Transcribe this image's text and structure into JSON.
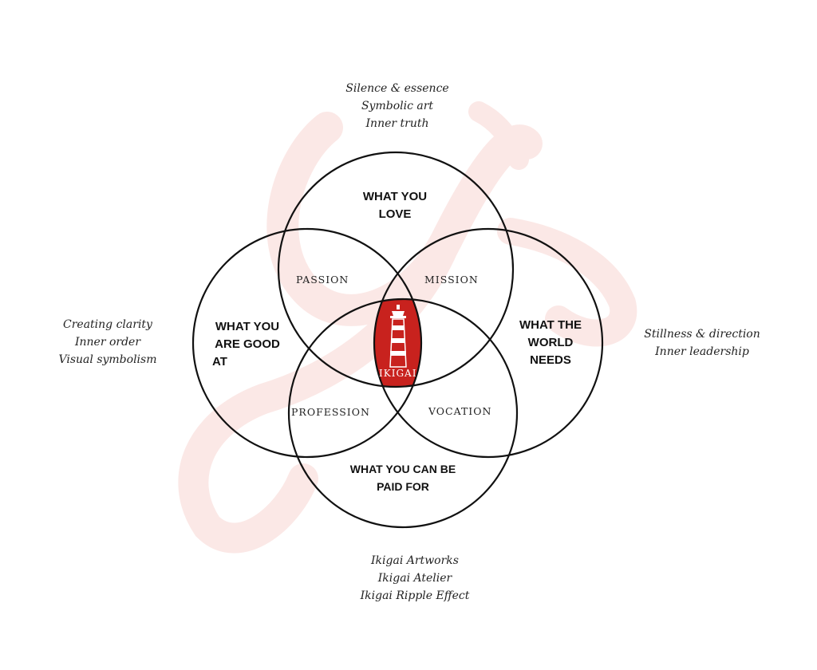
{
  "circles": {
    "love": "WHAT YOU LOVE",
    "good_at_1": "WHAT YOU",
    "good_at_2": "ARE GOOD",
    "good_at_3": "AT",
    "world_1": "WHAT THE",
    "world_2": "WORLD",
    "world_3": "NEEDS",
    "paid_1": "WHAT YOU CAN BE",
    "paid_2": "PAID FOR",
    "love_1": "WHAT YOU",
    "love_2": "LOVE"
  },
  "overlaps": {
    "passion": "PASSION",
    "mission": "MISSION",
    "profession": "PROFESSION",
    "vocation": "VOCATION"
  },
  "center": {
    "label": "IKIGAI",
    "color": "#c8221e"
  },
  "notes": {
    "top": [
      "Silence & essence",
      "Symbolic art",
      "Inner truth"
    ],
    "left": [
      "Creating clarity",
      "Inner order",
      "Visual symbolism"
    ],
    "right": [
      "Stillness & direction",
      "Inner leadership"
    ],
    "bottom": [
      "Ikigai Artworks",
      "Ikigai Atelier",
      "Ikigai Ripple Effect"
    ]
  },
  "colors": {
    "watermark": "#fbe8e6",
    "stroke": "#111111"
  }
}
